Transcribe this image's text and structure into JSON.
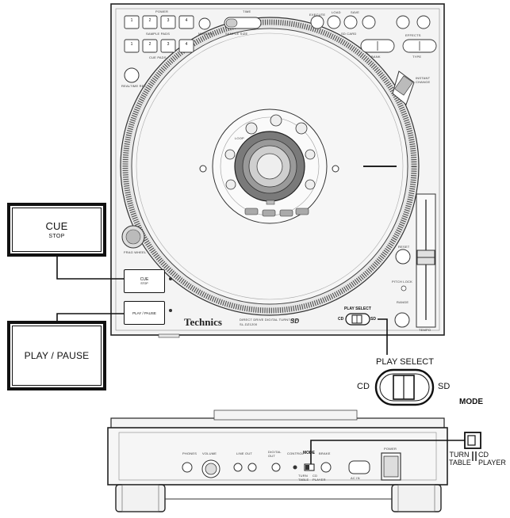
{
  "callouts": {
    "cue_main": "CUE",
    "cue_sub": "STOP",
    "play_pause": "PLAY / PAUSE"
  },
  "deck": {
    "brand": "Technics",
    "model_text": "DIRECT DRIVE DIGITAL TURNTABLE",
    "model_no": "SL-DZ1200",
    "sd_logo": "SD",
    "sample_pads": "SAMPLE PADS",
    "cue_pads": "CUE PADS",
    "pad_labels": [
      "1",
      "2",
      "3",
      "4"
    ],
    "realtime_rec": "REALTIME REC",
    "memory": "MEMORY",
    "sample_size": "SAMPLE SIZE",
    "time": "TIME",
    "power": "POWER",
    "execute": "EXECUTE",
    "sd_card": "SD CARD",
    "load": "LOAD",
    "save": "SAVE",
    "effects": "EFFECTS",
    "bank": "BANK",
    "type": "TYPE",
    "instant_change": "INSTANT CHANGE",
    "loop": "LOOP",
    "reset": "RESET",
    "pitch_lock": "PITCH LOCK",
    "range": "RANGE",
    "tempo": "TEMPO",
    "frag_wheel": "FRAG WHEEL",
    "cue_btn_main": "CUE",
    "cue_btn_sub": "STOP",
    "play_btn": "PLAY / PAUSE",
    "play_select_small": "PLAY SELECT",
    "cd_small": "CD",
    "sd_small": "SD"
  },
  "play_select": {
    "title": "PLAY SELECT",
    "cd": "CD",
    "sd": "SD"
  },
  "rear": {
    "phones": "PHONES",
    "volume": "VOLUME",
    "line_out": "LINE OUT",
    "digital_out": "DIGITAL OUT",
    "control": "CONTROL",
    "mode": "MODE",
    "brake": "BRAKE",
    "turn_table": "TURN TABLE",
    "cd_player": "CD PLAYER",
    "ac_in": "AC IN",
    "power": "POWER"
  },
  "mode_callout": {
    "title": "MODE",
    "turn": "TURN",
    "table": "TABLE",
    "cd": "CD",
    "player": "PLAYER"
  }
}
